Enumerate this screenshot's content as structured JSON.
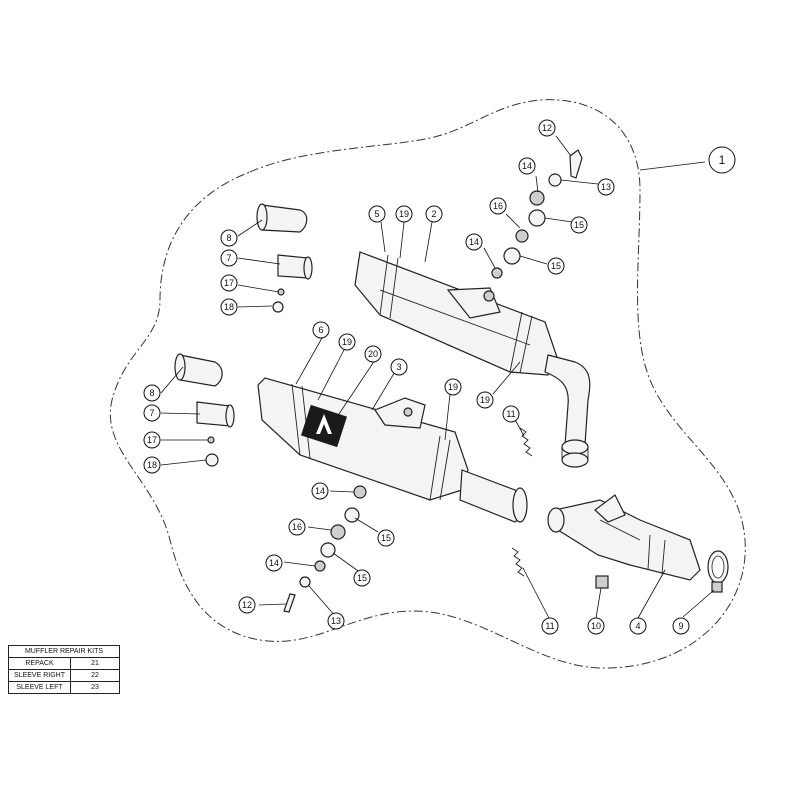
{
  "diagram": {
    "assembly_callout": "1",
    "callouts": [
      "2",
      "3",
      "4",
      "5",
      "6",
      "7",
      "7",
      "8",
      "8",
      "9",
      "10",
      "11",
      "11",
      "12",
      "12",
      "13",
      "13",
      "14",
      "14",
      "14",
      "14",
      "15",
      "15",
      "15",
      "15",
      "16",
      "16",
      "17",
      "17",
      "18",
      "18",
      "19",
      "19",
      "19",
      "19",
      "20"
    ]
  },
  "logo": {
    "text": "AKRAPOVIC"
  },
  "repair_kits": {
    "title": "MUFFLER REPAIR KITS",
    "rows": [
      {
        "label": "REPACK",
        "value": "21"
      },
      {
        "label": "SLEEVE RIGHT",
        "value": "22"
      },
      {
        "label": "SLEEVE LEFT",
        "value": "23"
      }
    ]
  }
}
